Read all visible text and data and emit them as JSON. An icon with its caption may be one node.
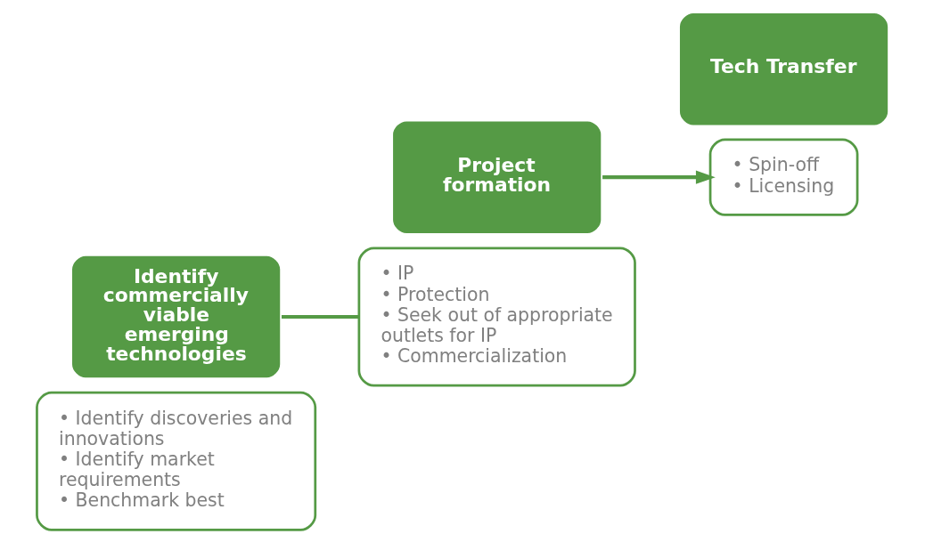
{
  "diagram": {
    "nodes": [
      {
        "text": [
          "• Identify discoveries and innovations",
          "• Identify market requirements",
          "• Benchmark best"
        ]
      },
      {
        "text": [
          "Identify commercially viable emerging technologies"
        ]
      },
      {
        "text": [
          "Project formation"
        ]
      },
      {
        "text": [
          "• IP",
          "• Protection",
          "• Seek out of appropriate outlets for IP",
          "• Commercialization"
        ]
      },
      {
        "text": [
          "• Spin-off",
          "• Licensing"
        ]
      },
      {
        "text": [
          "Tech Transfer"
        ]
      }
    ],
    "edges": [
      {
        "from": 1,
        "to": 3,
        "arrow": "none"
      },
      {
        "from": 2,
        "to": 4,
        "arrow": "to"
      }
    ]
  }
}
